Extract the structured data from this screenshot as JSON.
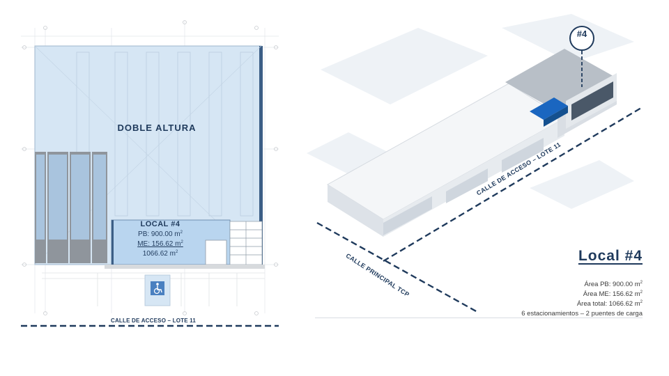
{
  "plan": {
    "doble_altura": "DOBLE ALTURA",
    "local_name": "LOCAL #4",
    "pb_text": "PB: 900.00 m",
    "me_text": "ME: 156.62 m",
    "total_text": "1066.62 m",
    "area_unit_sup": "2",
    "street_label": "CALLE DE ACCESO – LOTE 11"
  },
  "iso": {
    "badge": "#4",
    "street_acceso": "CALLE DE ACCESO – LOTE 11",
    "street_principal": "CALLE PRINCIPAL TCP"
  },
  "info": {
    "title": "Local #4",
    "area_pb": "Área PB: 900.00 m",
    "area_me": "Área ME: 156.62 m",
    "area_total": "Área total: 1066.62 m",
    "extra": "6 estacionamientos – 2 puentes de carga",
    "unit_sup": "2"
  },
  "colors": {
    "navy": "#1f3a5c",
    "plan_fill": "#d6e6f4",
    "local_fill": "#b9d5ef",
    "accent_blue": "#1a66c0"
  },
  "icons": [
    "accessibility-icon"
  ]
}
